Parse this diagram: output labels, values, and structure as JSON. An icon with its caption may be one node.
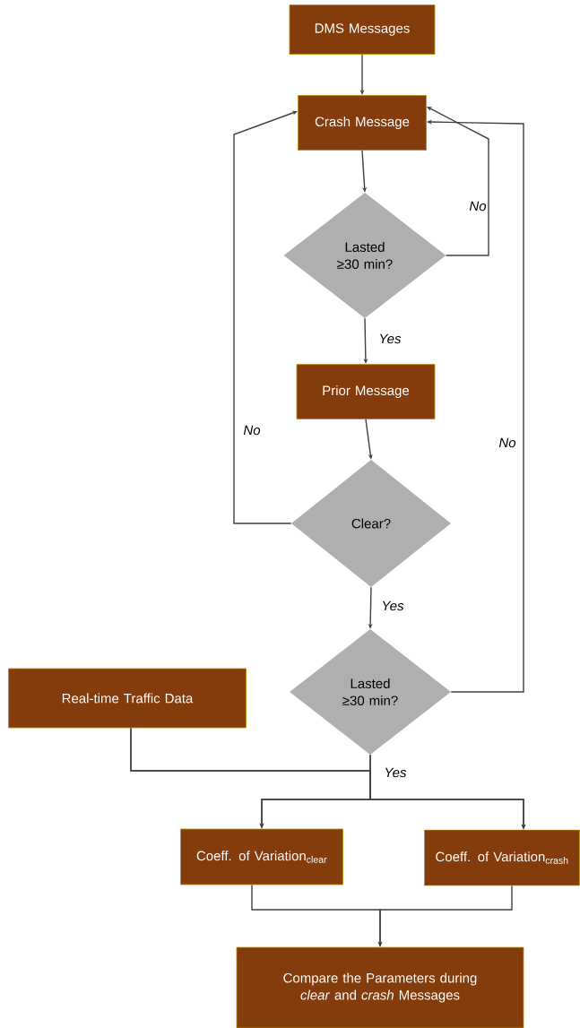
{
  "diagram": {
    "nodes": [
      {
        "text": [
          "DMS Messages"
        ]
      },
      {
        "text": [
          "Crash Message"
        ]
      },
      {
        "text": [
          "Lasted ≥30 min?"
        ]
      },
      {
        "text": [
          "Prior Message"
        ]
      },
      {
        "text": [
          "Clear?"
        ]
      },
      {
        "text": [
          "Lasted ≥30 min?"
        ]
      },
      {
        "text": [
          "Real-time Traffic Data"
        ]
      },
      {
        "text": [
          "Coeff. of Variation$_{clear}$"
        ]
      },
      {
        "text": [
          "Coeff. of Variation$_{crash}$"
        ]
      },
      {
        "text": [
          "Compare the Parameters during *clear* and *crash* Messages"
        ]
      }
    ],
    "edges": [
      {
        "from": 0,
        "to": 1,
        "arrow": "to"
      },
      {
        "from": 1,
        "to": 2,
        "arrow": "to"
      },
      {
        "from": 2,
        "to": 1,
        "arrow": "to",
        "label": "No"
      },
      {
        "from": 2,
        "to": 3,
        "arrow": "to",
        "label": "Yes"
      },
      {
        "from": 3,
        "to": 4,
        "arrow": "to"
      },
      {
        "from": 4,
        "to": 1,
        "arrow": "to",
        "label": "No"
      },
      {
        "from": 4,
        "to": 5,
        "arrow": "to",
        "label": "Yes"
      },
      {
        "from": 5,
        "to": 1,
        "arrow": "to",
        "label": "No"
      },
      {
        "from": 5,
        "to": 7,
        "arrow": "to",
        "label": "Yes"
      },
      {
        "from": 5,
        "to": 8,
        "arrow": "to"
      },
      {
        "from": 6,
        "to": 7,
        "arrow": "to"
      },
      {
        "from": 6,
        "to": 8,
        "arrow": "to"
      },
      {
        "from": 7,
        "to": 9,
        "arrow": "to"
      },
      {
        "from": 8,
        "to": 9,
        "arrow": "to"
      }
    ]
  }
}
